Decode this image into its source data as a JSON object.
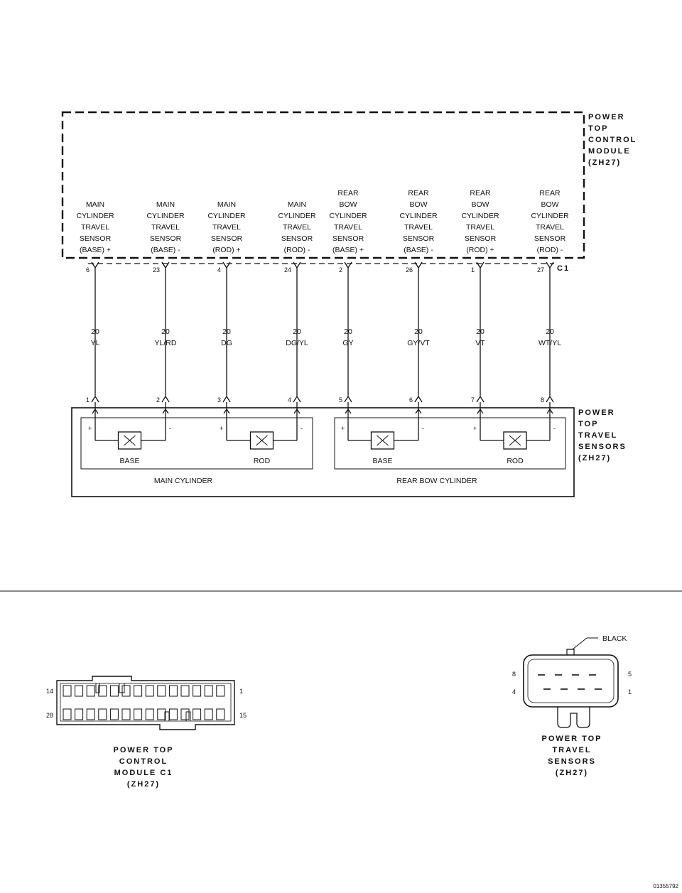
{
  "module": {
    "title": [
      "POWER",
      "TOP",
      "CONTROL",
      "MODULE",
      "(ZH27)"
    ],
    "connector_label": "C1"
  },
  "sensors_box": {
    "title": [
      "POWER",
      "TOP",
      "TRAVEL",
      "SENSORS",
      "(ZH27)"
    ],
    "group_labels": [
      "MAIN CYLINDER",
      "REAR BOW CYLINDER"
    ],
    "sensor_labels": [
      "BASE",
      "ROD",
      "BASE",
      "ROD"
    ],
    "polarity": [
      "+",
      "-",
      "+",
      "-",
      "+",
      "-",
      "+",
      "-"
    ]
  },
  "circuits": [
    {
      "pin_labels": [
        "MAIN",
        "CYLINDER",
        "TRAVEL",
        "SENSOR",
        "(BASE) +"
      ],
      "module_pin": "6",
      "gauge": "20",
      "color": "YL",
      "sensor_pin": "1"
    },
    {
      "pin_labels": [
        "MAIN",
        "CYLINDER",
        "TRAVEL",
        "SENSOR",
        "(BASE) -"
      ],
      "module_pin": "23",
      "gauge": "20",
      "color": "YL/RD",
      "sensor_pin": "2"
    },
    {
      "pin_labels": [
        "MAIN",
        "CYLINDER",
        "TRAVEL",
        "SENSOR",
        "(ROD) +"
      ],
      "module_pin": "4",
      "gauge": "20",
      "color": "DG",
      "sensor_pin": "3"
    },
    {
      "pin_labels": [
        "MAIN",
        "CYLINDER",
        "TRAVEL",
        "SENSOR",
        "(ROD) -"
      ],
      "module_pin": "24",
      "gauge": "20",
      "color": "DG/YL",
      "sensor_pin": "4"
    },
    {
      "pin_labels": [
        "REAR",
        "BOW",
        "CYLINDER",
        "TRAVEL",
        "SENSOR",
        "(BASE) +"
      ],
      "module_pin": "2",
      "gauge": "20",
      "color": "GY",
      "sensor_pin": "5"
    },
    {
      "pin_labels": [
        "REAR",
        "BOW",
        "CYLINDER",
        "TRAVEL",
        "SENSOR",
        "(BASE) -"
      ],
      "module_pin": "26",
      "gauge": "20",
      "color": "GY/VT",
      "sensor_pin": "6"
    },
    {
      "pin_labels": [
        "REAR",
        "BOW",
        "CYLINDER",
        "TRAVEL",
        "SENSOR",
        "(ROD) +"
      ],
      "module_pin": "1",
      "gauge": "20",
      "color": "VT",
      "sensor_pin": "7"
    },
    {
      "pin_labels": [
        "REAR",
        "BOW",
        "CYLINDER",
        "TRAVEL",
        "SENSOR",
        "(ROD) -"
      ],
      "module_pin": "27",
      "gauge": "20",
      "color": "WT/YL",
      "sensor_pin": "8"
    }
  ],
  "connector_views": {
    "module_c1": {
      "title": [
        "POWER TOP",
        "CONTROL",
        "MODULE C1",
        "(ZH27)"
      ],
      "pin_numbers": {
        "top_left": "14",
        "top_right": "1",
        "bottom_left": "28",
        "bottom_right": "15"
      }
    },
    "sensors": {
      "title": [
        "POWER TOP",
        "TRAVEL",
        "SENSORS",
        "(ZH27)"
      ],
      "color_label": "BLACK",
      "pin_numbers": {
        "top_left": "8",
        "top_right": "5",
        "bottom_left": "4",
        "bottom_right": "1"
      }
    }
  },
  "figure_id": "01355792"
}
